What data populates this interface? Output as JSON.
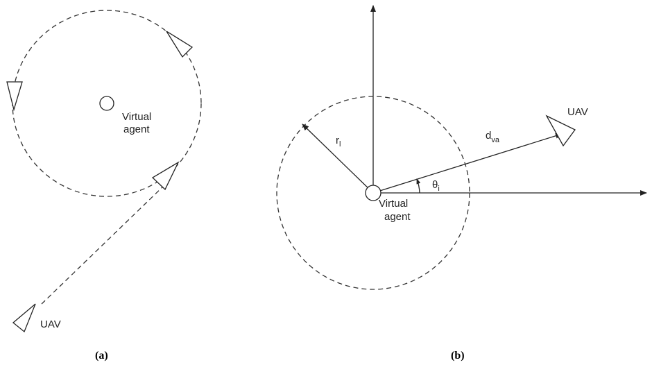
{
  "panel_a": {
    "caption": "(a)",
    "agent_label_line1": "Virtual",
    "agent_label_line2": "agent",
    "uav_label": "UAV"
  },
  "panel_b": {
    "caption": "(b)",
    "agent_label_line1": "Virtual",
    "agent_label_line2": "agent",
    "uav_label": "UAV",
    "radius_label": "r",
    "radius_subscript": "l",
    "distance_label": "d",
    "distance_subscript": "va",
    "angle_label": "θ",
    "angle_subscript": "i"
  }
}
